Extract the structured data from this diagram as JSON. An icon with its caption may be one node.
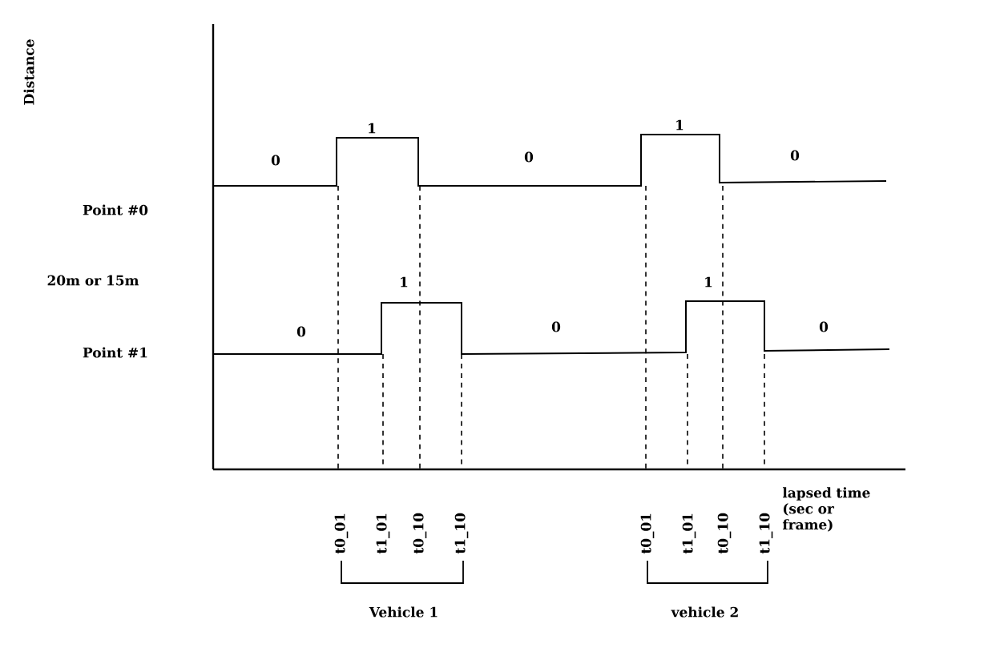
{
  "diagram": {
    "labels": [
      "Distance",
      "1",
      "1",
      "0",
      "0",
      "0",
      "Point #0",
      "20m or 15m",
      "1",
      "1",
      "0",
      "0",
      "0",
      "Point #1",
      "lapsed time (sec or frame)",
      "t0_01",
      "t1_01",
      "t0_10",
      "t1_10",
      "t0_01",
      "t1_01",
      "t0_10",
      "t1_10",
      "Vehicle 1",
      "vehicle 2"
    ]
  }
}
